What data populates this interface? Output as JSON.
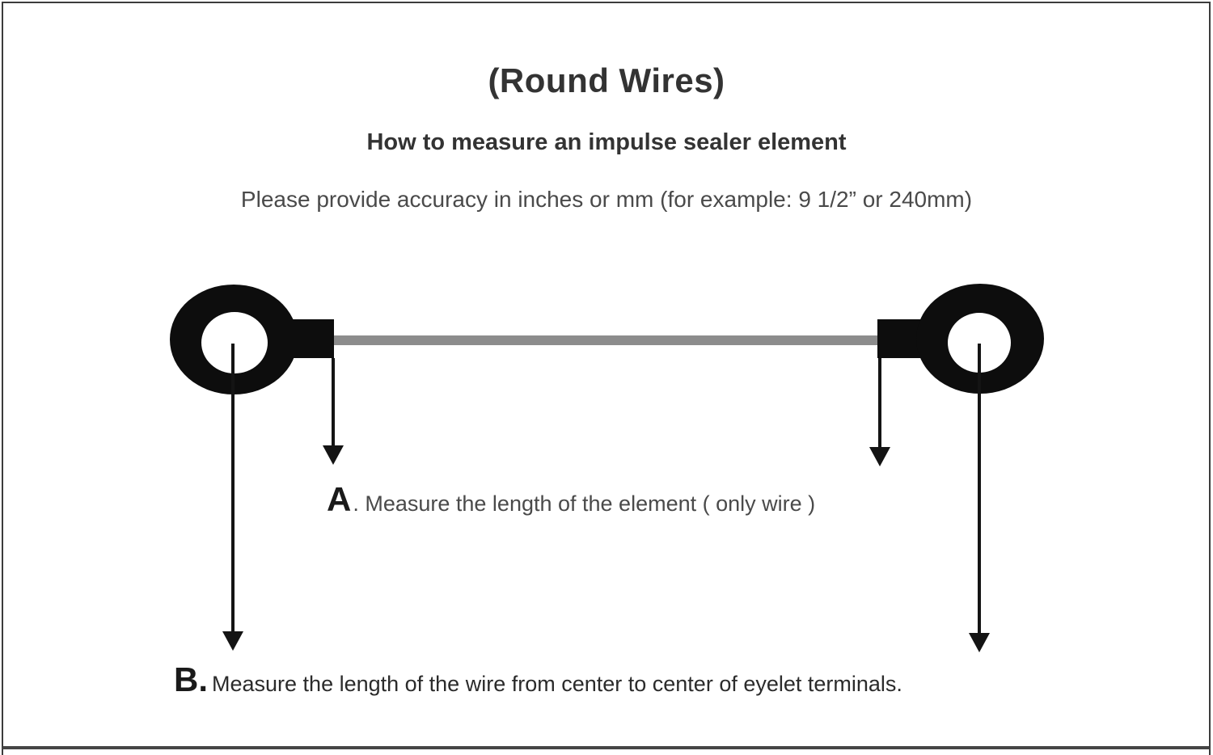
{
  "page": {
    "title": "(Round Wires)",
    "subtitle": "How to measure an impulse sealer element",
    "note": "Please provide accuracy in inches or mm (for example: 9 1/2” or 240mm)"
  },
  "labels": {
    "a_letter": "A",
    "a_text": ". Measure the length of the element ( only wire )",
    "b_letter": "B.",
    "b_text": "Measure the length of the wire from center to center of eyelet terminals."
  },
  "diagram": {
    "left_terminal_icon": "eyelet-terminal-icon",
    "right_terminal_icon": "eyelet-terminal-icon",
    "wire_icon": "heating-wire",
    "arrow_icons": [
      "arrow-down-a-left",
      "arrow-down-a-right",
      "arrow-down-b-left",
      "arrow-down-b-right"
    ]
  },
  "colors": {
    "border": "#3c3c3c",
    "divider": "#454545",
    "terminal": "#0d0d0d",
    "wire": "#8c8c8c",
    "arrow": "#141414",
    "text_dark": "#333333",
    "text_body": "#4a4a4a",
    "bg": "#ffffff"
  }
}
